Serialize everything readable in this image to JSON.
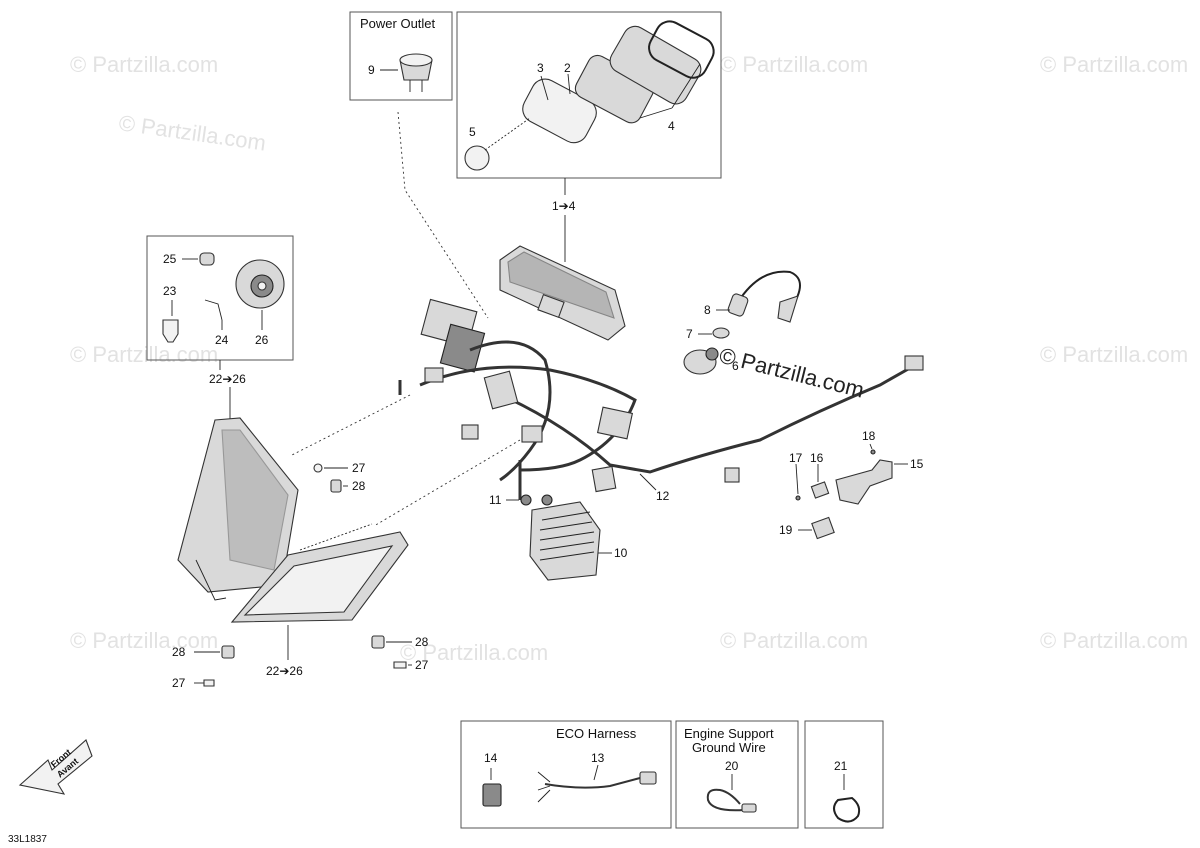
{
  "watermark": "© Partzilla.com",
  "main_watermark": "© Partzilla.com",
  "diagram_code": "33L1837",
  "front_arrow": {
    "line1": "Front",
    "line2": "Avant"
  },
  "boxes": {
    "power_outlet": "Power Outlet",
    "eco_harness": "ECO Harness",
    "engine_support_line1": "Engine Support",
    "engine_support_line2": "Ground Wire"
  },
  "callouts": {
    "c1to4": "1➔4",
    "c2": "2",
    "c3": "3",
    "c4": "4",
    "c5": "5",
    "c6": "6",
    "c7": "7",
    "c8": "8",
    "c9": "9",
    "c10": "10",
    "c11": "11",
    "c12": "12",
    "c13": "13",
    "c14": "14",
    "c15": "15",
    "c16": "16",
    "c17": "17",
    "c18": "18",
    "c19": "19",
    "c20": "20",
    "c21": "21",
    "c22to26_a": "22➔26",
    "c22to26_b": "22➔26",
    "c23": "23",
    "c24": "24",
    "c25": "25",
    "c26": "26",
    "c27_a": "27",
    "c27_b": "27",
    "c27_c": "27",
    "c28_a": "28",
    "c28_b": "28",
    "c28_c": "28"
  }
}
